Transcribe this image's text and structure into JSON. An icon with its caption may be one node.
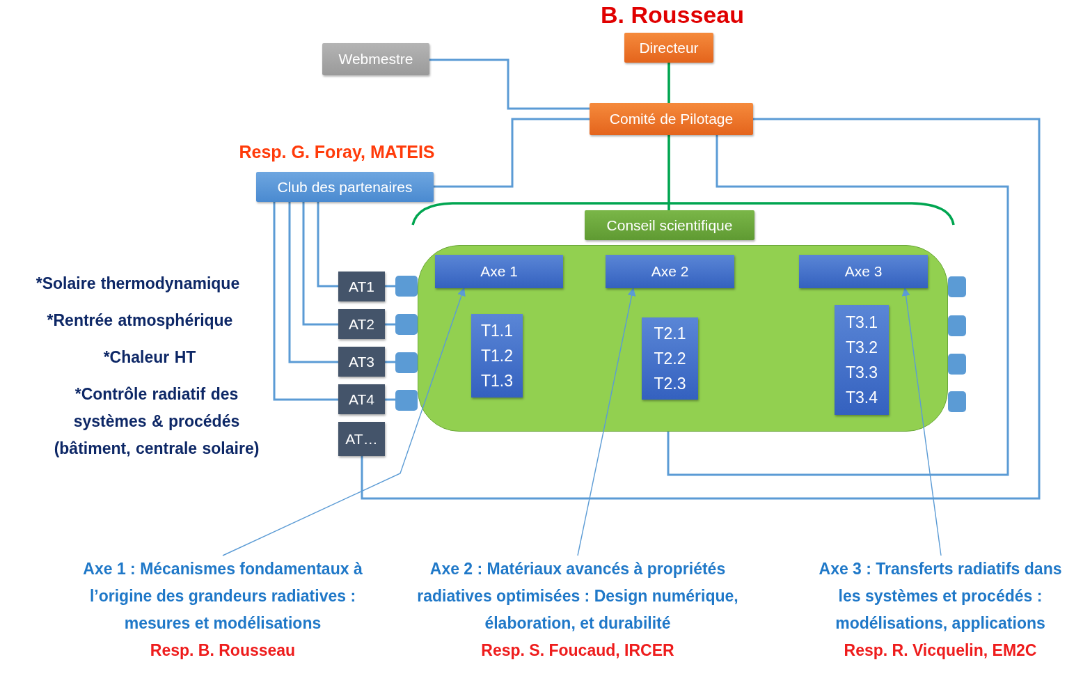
{
  "diagram": {
    "nodes": [
      {
        "text": [
          "Directeur"
        ],
        "beside": [
          "B. Rousseau"
        ]
      },
      {
        "text": [
          "Webmestre"
        ]
      },
      {
        "text": [
          "Comité de Pilotage"
        ]
      },
      {
        "text": [
          "Club des partenaires"
        ],
        "beside": [
          "Resp. G. Foray, MATEIS"
        ]
      },
      {
        "text": [
          "Conseil scientifique"
        ]
      },
      {
        "text": [],
        "shape": "box"
      },
      {
        "text": [
          "Axe 1"
        ],
        "in": 5
      },
      {
        "text": [
          "Axe 2"
        ],
        "in": 5
      },
      {
        "text": [
          "Axe 3"
        ],
        "in": 5
      },
      {
        "text": [
          "T1.1",
          "T1.2",
          "T1.3"
        ],
        "in": 5
      },
      {
        "text": [
          "T2.1",
          "T2.2",
          "T2.3"
        ],
        "in": 5
      },
      {
        "text": [
          "T3.1",
          "T3.2",
          "T3.3",
          "T3.4"
        ],
        "in": 5
      },
      {
        "text": [
          "AT1"
        ]
      },
      {
        "text": [
          "AT2"
        ]
      },
      {
        "text": [
          "AT3"
        ]
      },
      {
        "text": [
          "AT4"
        ]
      },
      {
        "text": [
          "AT…"
        ]
      },
      {
        "text": [
          "Axe 1 : Mécanismes fondamentaux à l’origine des grandeurs radiatives : mesures et modélisations",
          "Resp. B. Rousseau"
        ]
      },
      {
        "text": [
          "Axe 2 : Matériaux avancés à propriétés radiatives optimisées : Design numérique, élaboration, et durabilité",
          "Resp. S. Foucaud, IRCER"
        ]
      },
      {
        "text": [
          "Axe 3 : Transferts radiatifs dans les systèmes et procédés : modélisations, applications",
          "Resp. R. Vicquelin, EM2C"
        ]
      },
      {
        "text": [],
        "shape": "box"
      },
      {
        "text": [],
        "shape": "box"
      },
      {
        "text": [],
        "shape": "box"
      },
      {
        "text": [],
        "shape": "box"
      },
      {
        "text": [],
        "shape": "box"
      },
      {
        "text": [],
        "shape": "box"
      },
      {
        "text": [],
        "shape": "box"
      },
      {
        "text": [],
        "shape": "box"
      }
    ],
    "edges": [
      {
        "from": 0,
        "to": 2,
        "arrow": "none",
        "color": "#00a550"
      },
      {
        "from": 1,
        "to": 2,
        "arrow": "none"
      },
      {
        "from": 3,
        "to": 2,
        "arrow": "none"
      },
      {
        "from": 2,
        "to": 4,
        "arrow": "none",
        "color": "#00a550"
      },
      {
        "from": 2,
        "to": 5,
        "arrow": "none"
      },
      {
        "from": 2,
        "to": 16,
        "arrow": "none"
      },
      {
        "from": 3,
        "to": 12,
        "arrow": "none"
      },
      {
        "from": 3,
        "to": 13,
        "arrow": "none"
      },
      {
        "from": 3,
        "to": 14,
        "arrow": "none"
      },
      {
        "from": 3,
        "to": 15,
        "arrow": "none"
      },
      {
        "from": 12,
        "to": 20,
        "arrow": "none"
      },
      {
        "from": 13,
        "to": 21,
        "arrow": "none"
      },
      {
        "from": 14,
        "to": 22,
        "arrow": "none"
      },
      {
        "from": 15,
        "to": 23,
        "arrow": "none"
      },
      {
        "from": 17,
        "to": 6,
        "arrow": "to"
      },
      {
        "from": 18,
        "to": 7,
        "arrow": "to"
      },
      {
        "from": 19,
        "to": 8,
        "arrow": "to"
      }
    ],
    "labels": [
      "*Solaire thermodynamique",
      "*Rentrée atmosphérique",
      "*Chaleur HT",
      "*Contrôle radiatif des systèmes & procédés (bâtiment, centrale solaire)"
    ]
  }
}
